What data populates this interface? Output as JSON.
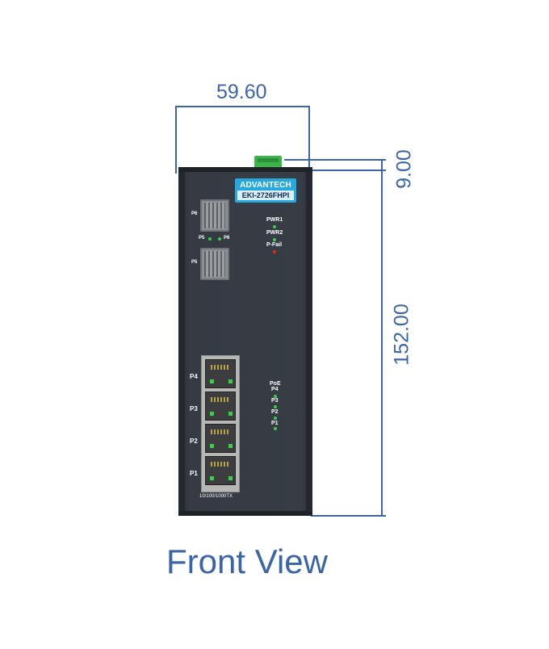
{
  "dimensions": {
    "width_label": "59.60",
    "terminal_height_label": "9.00",
    "body_height_label": "152.00"
  },
  "device": {
    "brand": "ADVANTECH",
    "model": "EKI-2726FHPI",
    "sfp_ports": [
      {
        "label": "P6"
      },
      {
        "label": "P5"
      }
    ],
    "sfp_led_labels": [
      "P5",
      "P6"
    ],
    "status_leds": [
      {
        "label": "PWR1",
        "color": "#35d24a"
      },
      {
        "label": "PWR2",
        "color": "#35d24a"
      },
      {
        "label": "P-Fail",
        "color": "#e8261d"
      }
    ],
    "poe_header": "PoE",
    "poe_leds": [
      "P4",
      "P3",
      "P2",
      "P1"
    ],
    "rj45_ports": [
      "P4",
      "P3",
      "P2",
      "P1"
    ],
    "rj45_speed": "10/100/1000TX"
  },
  "caption": "Front View",
  "colors": {
    "dimension": "#3a65a8",
    "housing": "#373c45",
    "logo_badge": "#27a9df",
    "terminal": "#39b54a"
  }
}
